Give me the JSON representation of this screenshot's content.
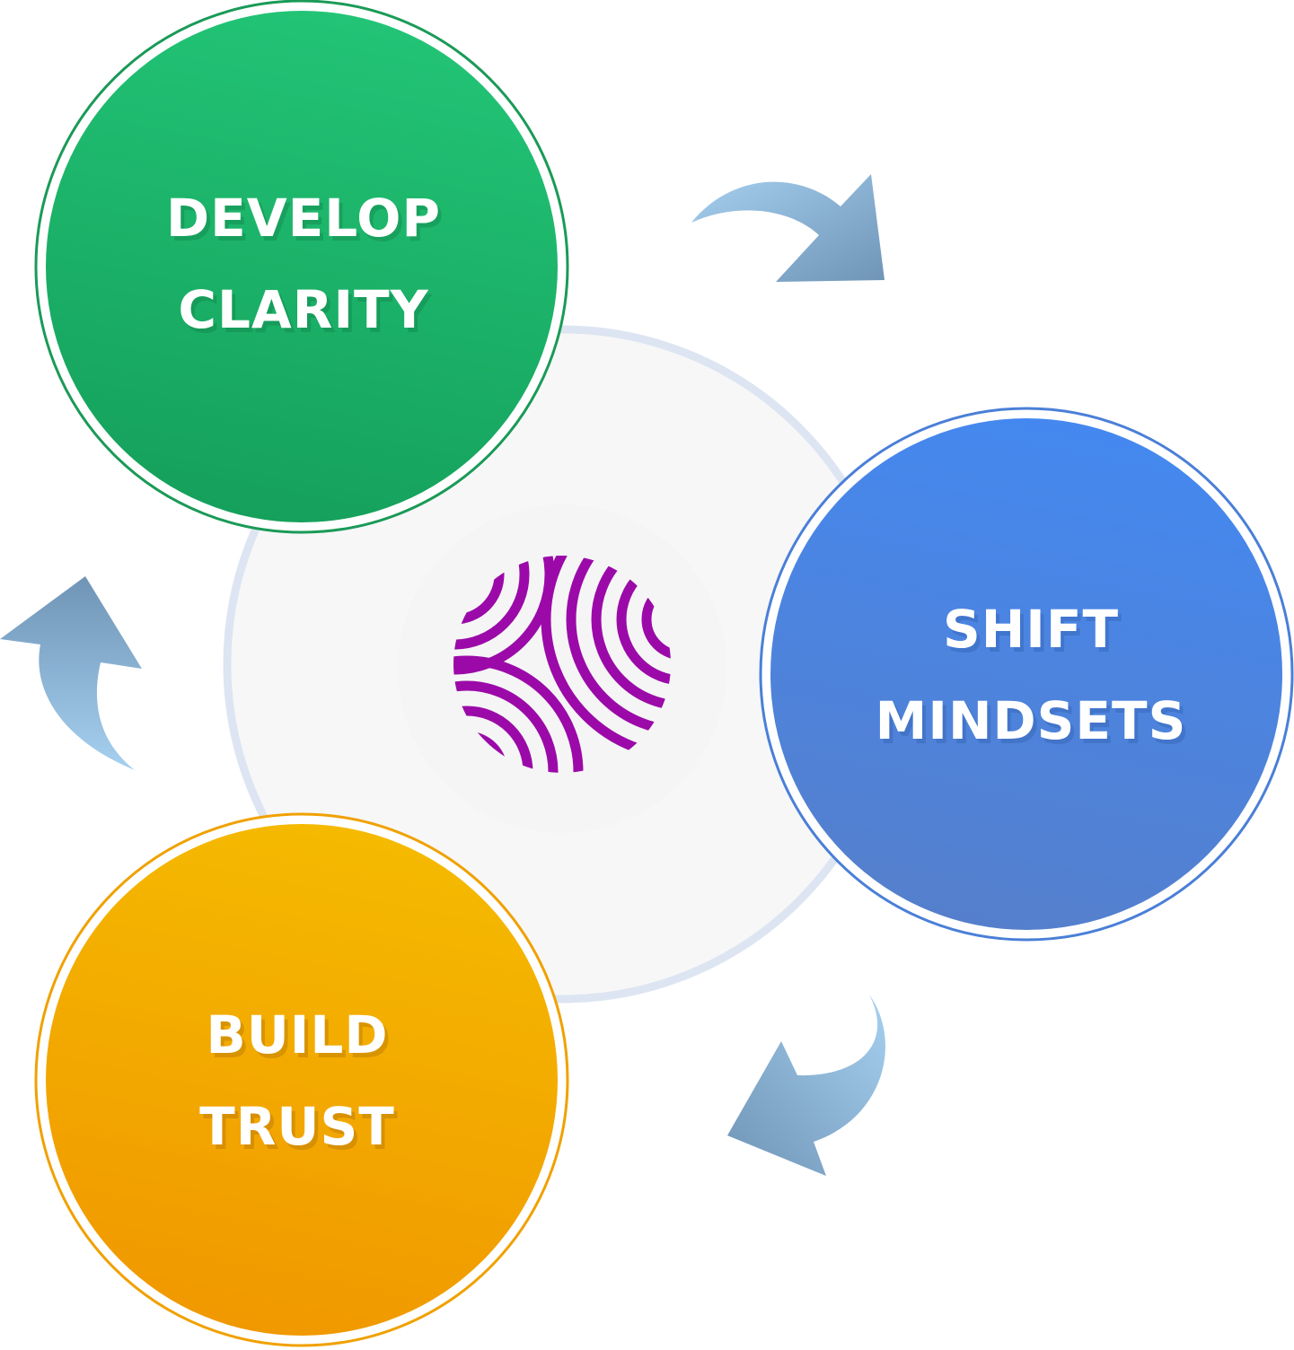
{
  "colors": {
    "background": "#ffffff",
    "center_fill": "#f7f7f8",
    "center_ring": "#dde5f2",
    "green_top": "#22c476",
    "green_bottom": "#16a05c",
    "green_ring": "#1a9a57",
    "blue_top": "#4a88ee",
    "blue_bottom": "#5480cf",
    "blue_ring": "#4a7fd8",
    "orange_top": "#f4b800",
    "orange_bottom": "#f19a00",
    "orange_ring": "#f0a100",
    "arrow_light": "#a3cdee",
    "arrow_dark": "#6f95b8",
    "logo": "#9b0aa8"
  },
  "center": {
    "logo_icon": "striped-circle-logo-icon"
  },
  "nodes": [
    {
      "id": "develop-clarity",
      "line1": "DEVELOP",
      "line2": "CLARITY",
      "color": "green"
    },
    {
      "id": "shift-mindsets",
      "line1": "SHIFT",
      "line2": "MINDSETS",
      "color": "blue"
    },
    {
      "id": "build-trust",
      "line1": "BUILD",
      "line2": "TRUST",
      "color": "orange"
    }
  ],
  "arrows": [
    {
      "id": "arrow-clarity-to-mindsets",
      "icon": "curved-arrow-icon"
    },
    {
      "id": "arrow-mindsets-to-trust",
      "icon": "curved-arrow-icon"
    },
    {
      "id": "arrow-trust-to-clarity",
      "icon": "curved-arrow-icon"
    }
  ]
}
